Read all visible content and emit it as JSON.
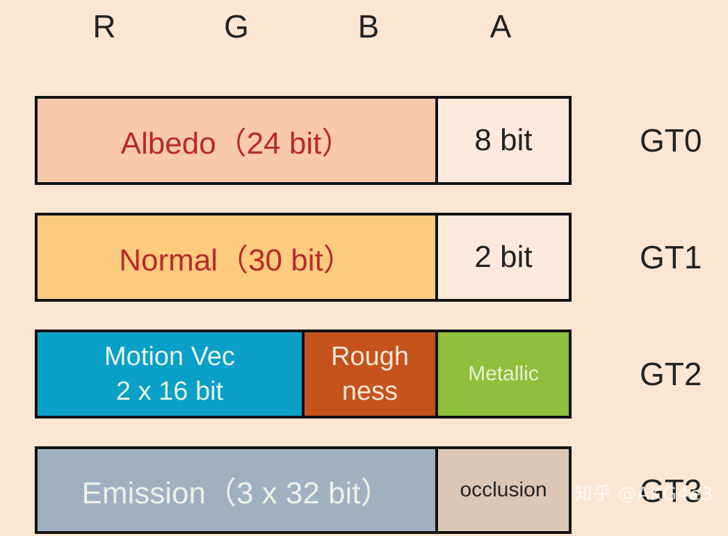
{
  "channels": [
    "R",
    "G",
    "B",
    "A"
  ],
  "rows": [
    {
      "label": "GT0",
      "cells": [
        {
          "text": "Albedo（24 bit）",
          "color": "#f9c9ac",
          "text_color": "#b8292b"
        },
        {
          "text": "8 bit",
          "color": "#fde9dc",
          "text_color": "#222222"
        }
      ]
    },
    {
      "label": "GT1",
      "cells": [
        {
          "text": "Normal（30 bit）",
          "color": "#fdcb7d",
          "text_color": "#b8292b"
        },
        {
          "text": "2 bit",
          "color": "#fde9dc",
          "text_color": "#222222"
        }
      ]
    },
    {
      "label": "GT2",
      "cells": [
        {
          "line1": "Motion Vec",
          "line2": "2 x 16 bit",
          "color": "#0aa0c8",
          "text_color": "#e8f3e8"
        },
        {
          "line1": "Rough",
          "line2": "ness",
          "color": "#c5531b",
          "text_color": "#f8e6d8"
        },
        {
          "text": "Metallic",
          "color": "#8ec03b",
          "text_color": "#e8f3d0"
        }
      ]
    },
    {
      "label": "GT3",
      "cells": [
        {
          "text": "Emission（3 x 32 bit）",
          "color": "#9fb1c1",
          "text_color": "#eef0e4"
        },
        {
          "text": "occlusion",
          "color": "#ddc7b4",
          "text_color": "#222222"
        }
      ]
    }
  ],
  "watermark": "知乎 @AKG4e3"
}
